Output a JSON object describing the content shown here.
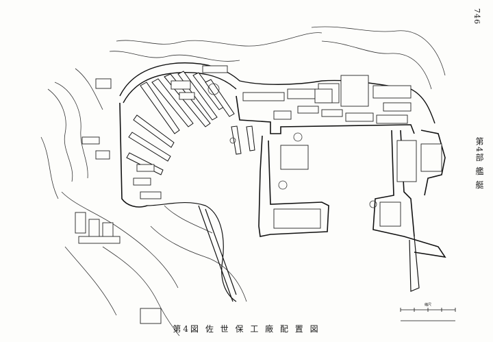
{
  "page_number": "746",
  "chapter_label": "第4部 艦 艇",
  "figure_caption": "第4図 佐 世 保 工 廠 配 置 図",
  "scale_bar_label": "縮尺"
}
